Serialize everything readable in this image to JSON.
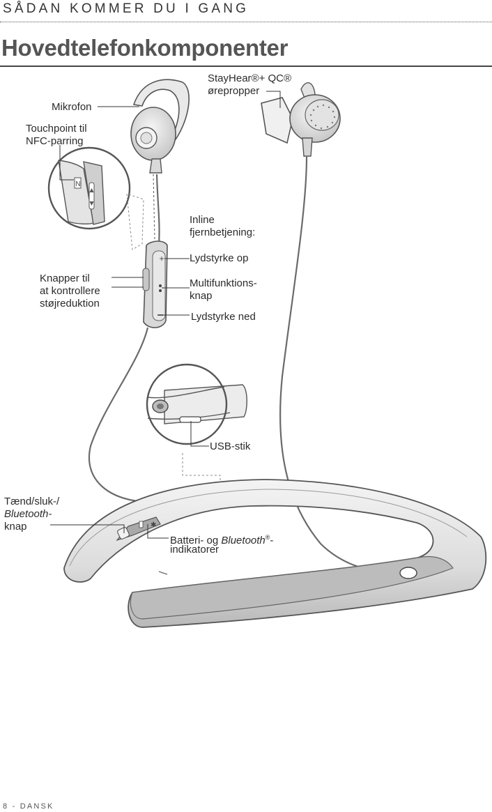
{
  "header": {
    "section_title": "SÅDAN KOMMER DU I GANG",
    "page_title": "Hovedtelefonkomponenter"
  },
  "labels": {
    "mikrofon": "Mikrofon",
    "touchpoint_line1": "Touchpoint til",
    "touchpoint_line2": "NFC-parring",
    "stayhear_line1": "StayHear®+ QC®",
    "stayhear_line2": "ørepropper",
    "inline_line1": "Inline",
    "inline_line2": "fjernbetjening:",
    "volume_up": "Lydstyrke op",
    "multifunction_line1": "Multifunktions-",
    "multifunction_line2": "knap",
    "volume_down": "Lydstyrke ned",
    "noise_line1": "Knapper til",
    "noise_line2": "at kontrollere",
    "noise_line3": "støjreduktion",
    "usb": "USB-stik",
    "power_line1": "Tænd/sluk-/",
    "power_line2": "Bluetooth-",
    "power_line3": "knap",
    "battery_line1_a": "Batteri- og ",
    "battery_line1_b": "Bluetooth",
    "battery_line1_sup": "®",
    "battery_line1_c": "-",
    "battery_line2": "indikatorer"
  },
  "footer": {
    "page_label": "8 - DANSK"
  }
}
